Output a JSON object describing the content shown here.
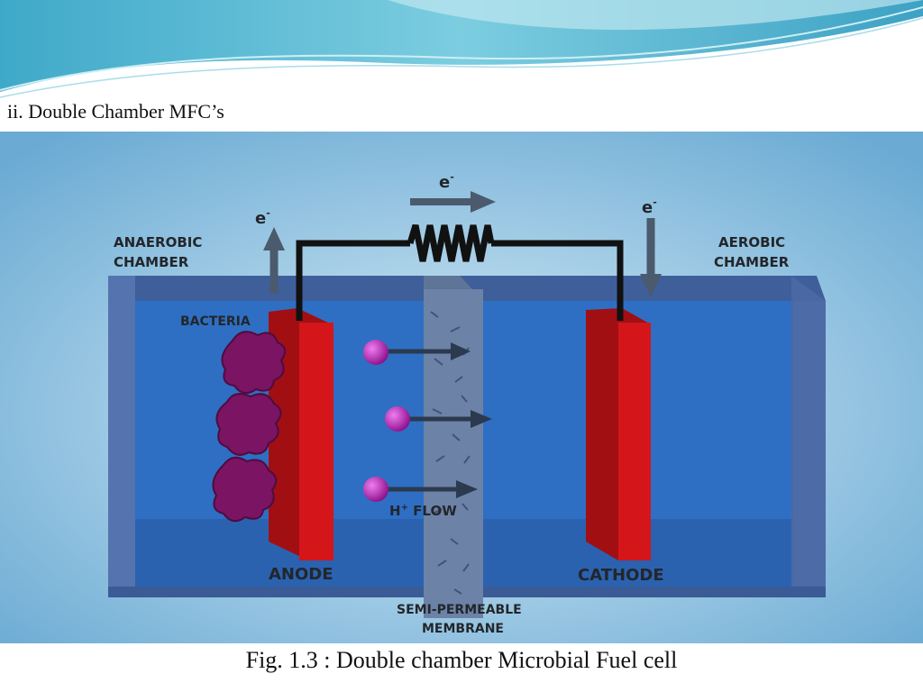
{
  "slide": {
    "heading": "ii. Double Chamber MFC’s",
    "caption": "Fig. 1.3 : Double chamber Microbial Fuel cell"
  },
  "diagram": {
    "labels": {
      "anaerobic_line1": "ANAEROBIC",
      "anaerobic_line2": "CHAMBER",
      "aerobic_line1": "AEROBIC",
      "aerobic_line2": "CHAMBER",
      "bacteria": "BACTERIA",
      "anode": "ANODE",
      "cathode": "CATHODE",
      "h_flow": "H",
      "h_flow_sup": "+",
      "h_flow_rest": " FLOW",
      "membrane_line1": "SEMI-PERMEABLE",
      "membrane_line2": "MEMBRANE",
      "electron": "e",
      "electron_sup": "-"
    },
    "colors": {
      "background": "#6aaad3",
      "water": "#2e6fc4",
      "electrode": "#d4161a",
      "bacteria": "#7a1463",
      "proton": "#b01db0",
      "wire": "#111111"
    }
  }
}
